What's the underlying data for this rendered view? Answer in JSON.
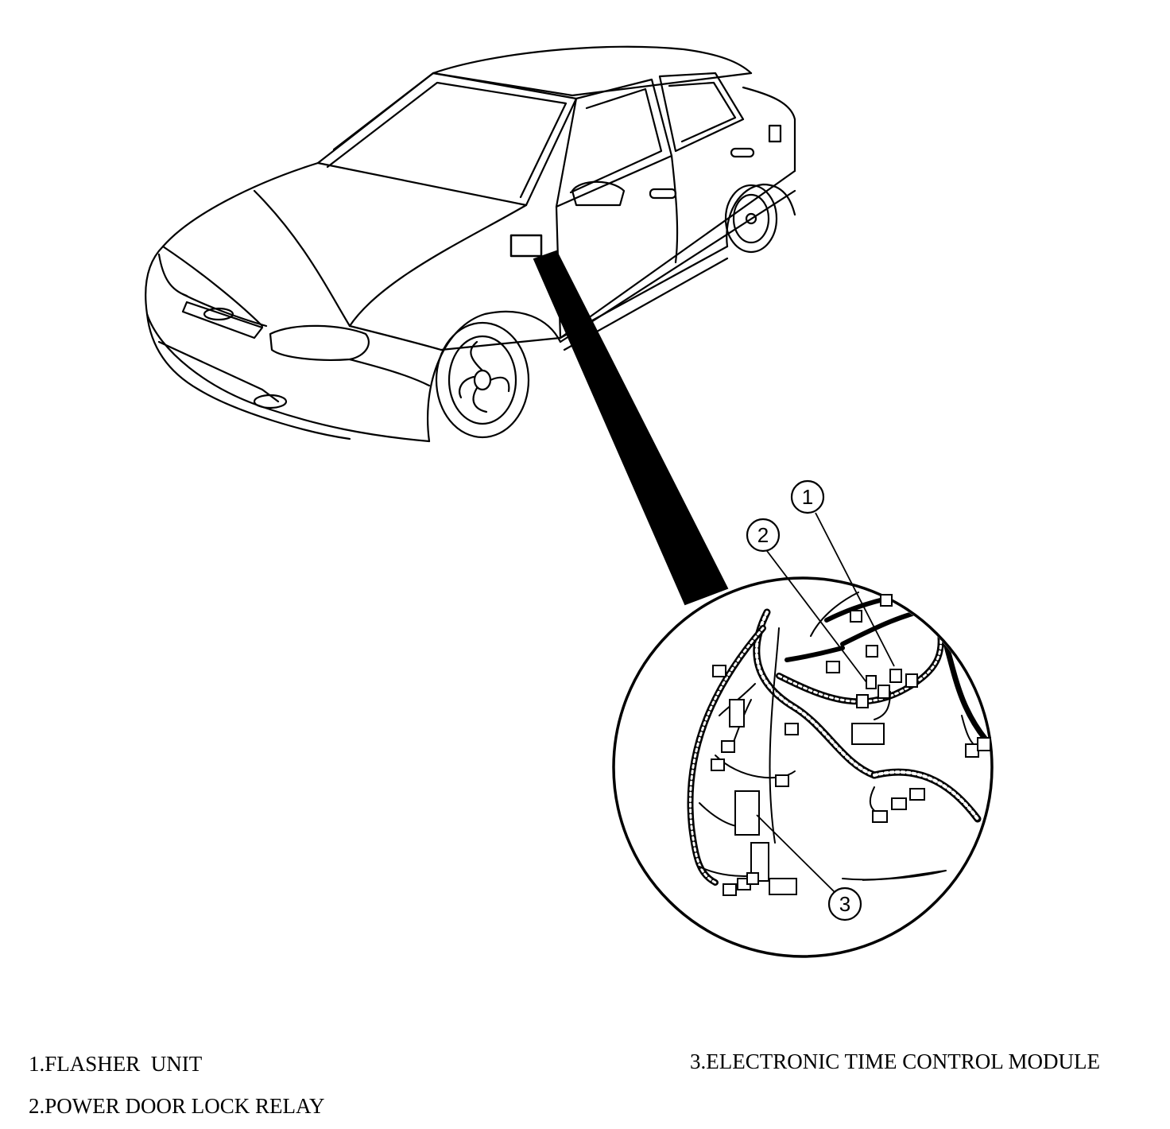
{
  "callouts": [
    {
      "number": "1"
    },
    {
      "number": "2"
    },
    {
      "number": "3"
    }
  ],
  "legend": [
    {
      "text": "1.FLASHER  UNIT"
    },
    {
      "text": "2.POWER DOOR LOCK RELAY"
    },
    {
      "text": "3.ELECTRONIC TIME CONTROL MODULE"
    }
  ],
  "colors": {
    "ink": "#000000",
    "paper": "#ffffff"
  }
}
